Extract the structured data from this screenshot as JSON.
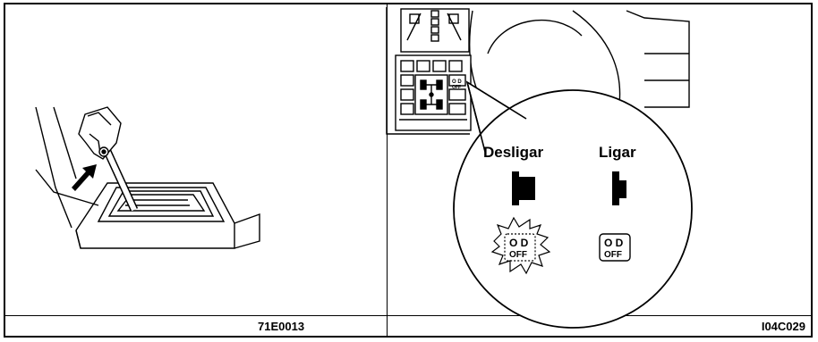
{
  "figure": {
    "left_code": "71E0013",
    "right_code": "I04C029"
  },
  "callout": {
    "off_label": "Desligar",
    "on_label": "Ligar"
  },
  "indicator": {
    "line1": "O D",
    "line2": "OFF"
  },
  "panel_switch": {
    "line1": "O D",
    "line2": "OFF"
  }
}
